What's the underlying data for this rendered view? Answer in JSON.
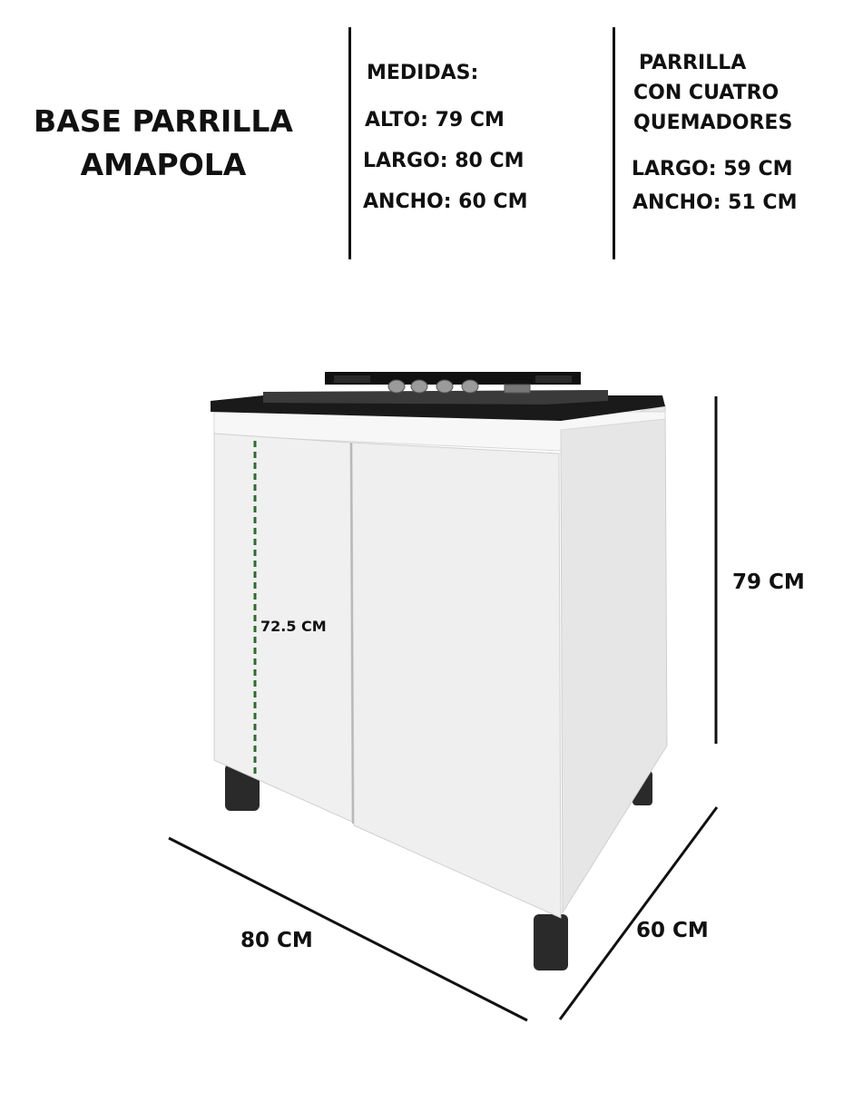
{
  "title": [
    "BASE PARRILLA",
    "AMAPOLA"
  ],
  "measures": {
    "heading": "MEDIDAS:",
    "alto": "ALTO: 79 CM",
    "largo": "LARGO: 80 CM",
    "ancho": "ANCHO: 60 CM"
  },
  "grill": {
    "lines": [
      "PARRILLA",
      "CON CUATRO",
      "QUEMADORES"
    ],
    "largo": "LARGO: 59 CM",
    "ancho": "ANCHO: 51  CM"
  },
  "dimensions": {
    "height": "79 CM",
    "inner_height": "72.5 CM",
    "width": "80 CM",
    "depth": "60 CM"
  },
  "colors": {
    "guide": "#2e6b2e",
    "countertop": "#1a1a1a",
    "cabinet": "#f1f1f1"
  }
}
